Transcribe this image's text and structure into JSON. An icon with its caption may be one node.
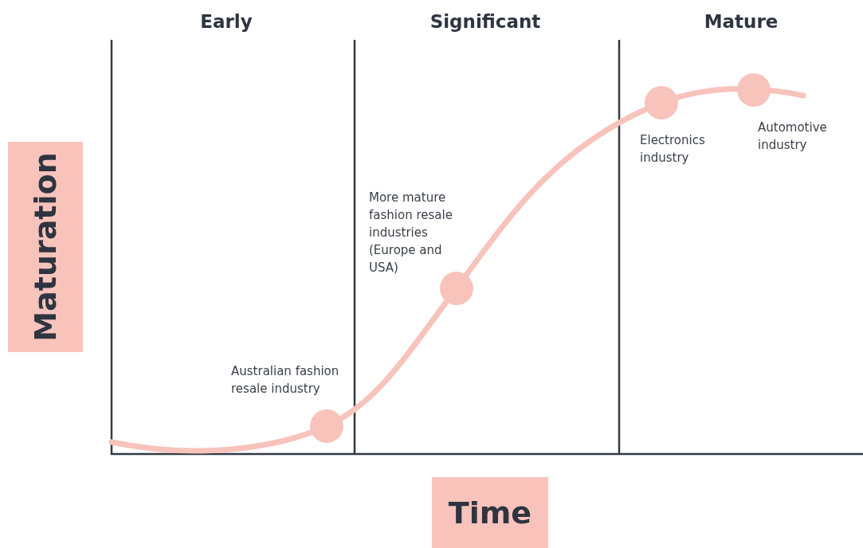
{
  "diagram": {
    "nodes": [
      {
        "text": [
          "Maturation"
        ]
      },
      {
        "text": [
          "Time"
        ]
      },
      {
        "text": [],
        "shape": "circle",
        "beside": [
          "Australian fashion resale industry"
        ]
      },
      {
        "text": [],
        "shape": "circle",
        "beside": [
          "More mature fashion resale industries (Europe and USA)"
        ]
      },
      {
        "text": [],
        "shape": "circle",
        "beside": [
          "Electronics industry"
        ]
      },
      {
        "text": [],
        "shape": "circle",
        "beside": [
          "Automotive industry"
        ]
      }
    ],
    "edges": [],
    "labels": [
      "Early",
      "Significant",
      "Mature"
    ]
  }
}
